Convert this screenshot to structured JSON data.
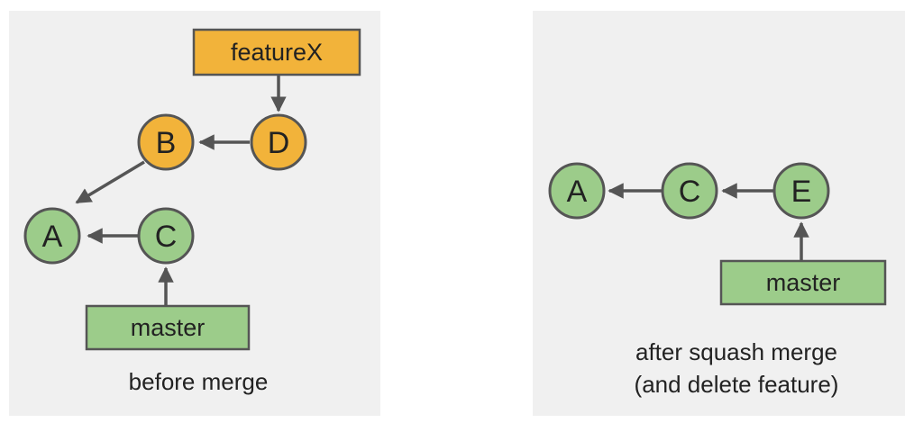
{
  "colors": {
    "panel": "#f0f0f0",
    "green": "#9ccc8a",
    "orange": "#f2b33a",
    "stroke": "#555555",
    "arrow": "#555555",
    "text": "#222222"
  },
  "before": {
    "caption": "before merge",
    "nodes": {
      "a": "A",
      "b": "B",
      "c": "C",
      "d": "D"
    },
    "branches": {
      "featurex": "featureX",
      "master": "master"
    }
  },
  "after": {
    "caption_line1": "after squash merge",
    "caption_line2": "(and delete feature)",
    "nodes": {
      "a": "A",
      "c": "C",
      "e": "E"
    },
    "branches": {
      "master": "master"
    }
  }
}
